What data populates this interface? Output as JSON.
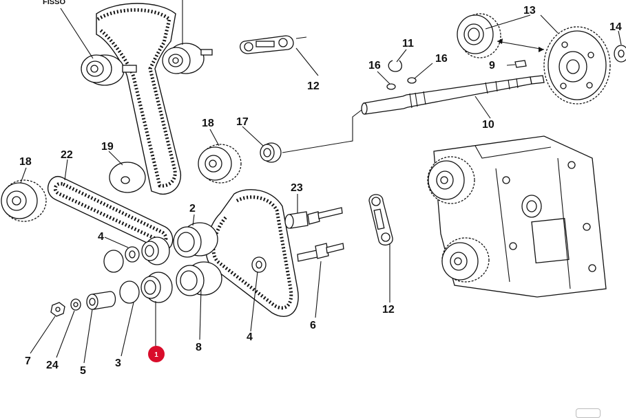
{
  "labels": {
    "fisso": "FISSO",
    "l1": "1",
    "l2": "2",
    "l3": "3",
    "l4a": "4",
    "l4b": "4",
    "l5": "5",
    "l6": "6",
    "l7": "7",
    "l8": "8",
    "l9": "9",
    "l10": "10",
    "l11": "11",
    "l12a": "12",
    "l12b": "12",
    "l13": "13",
    "l14": "14",
    "l16a": "16",
    "l16b": "16",
    "l17": "17",
    "l18a": "18",
    "l18b": "18",
    "l19": "19",
    "l22": "22",
    "l23": "23",
    "l24": "24"
  },
  "hotspot": {
    "label": "1",
    "color": "#d90d2b"
  }
}
